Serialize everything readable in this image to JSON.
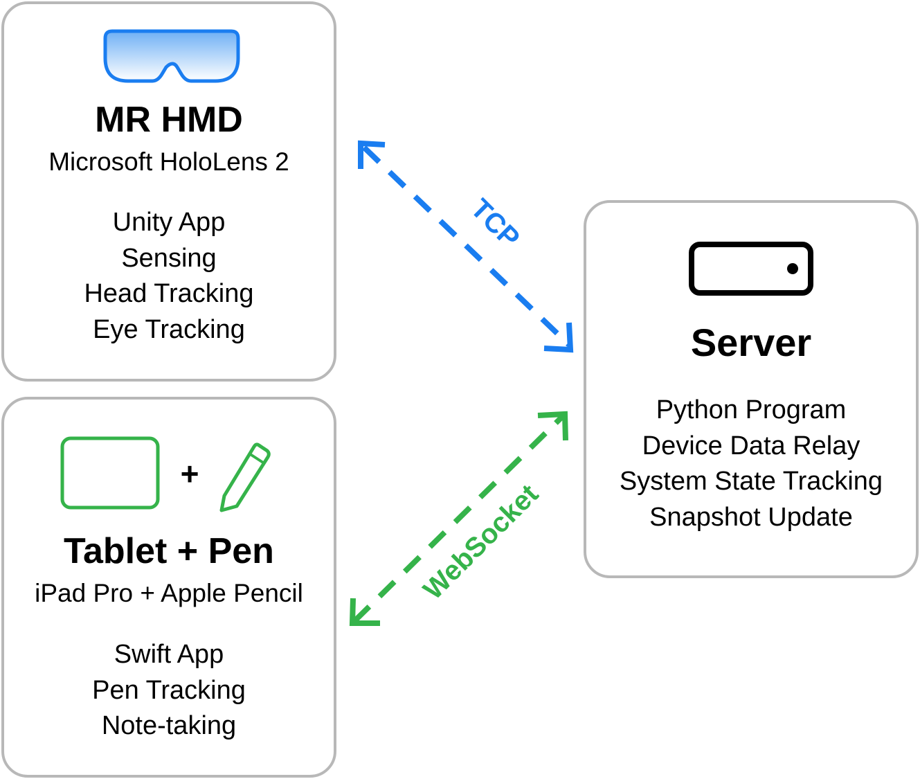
{
  "hmd": {
    "title": "MR HMD",
    "subtitle": "Microsoft HoloLens 2",
    "features": [
      "Unity App",
      "Sensing",
      "Head Tracking",
      "Eye Tracking"
    ],
    "icon": "mr-headset-icon"
  },
  "tablet": {
    "title": "Tablet + Pen",
    "subtitle": "iPad Pro + Apple Pencil",
    "features": [
      "Swift App",
      "Pen Tracking",
      "Note-taking"
    ],
    "plus": "+",
    "icons": [
      "tablet-icon",
      "pencil-icon"
    ]
  },
  "server": {
    "title": "Server",
    "features": [
      "Python Program",
      "Device Data Relay",
      "System State Tracking",
      "Snapshot Update"
    ],
    "icon": "server-icon"
  },
  "connections": {
    "tcp": {
      "label": "TCP",
      "color": "#1a7df0"
    },
    "websocket": {
      "label": "WebSocket",
      "color": "#35b34a"
    }
  },
  "colors": {
    "box_border": "#b8b8b8",
    "hmd_icon": "#1a7df0",
    "tablet_icon": "#35b34a"
  }
}
